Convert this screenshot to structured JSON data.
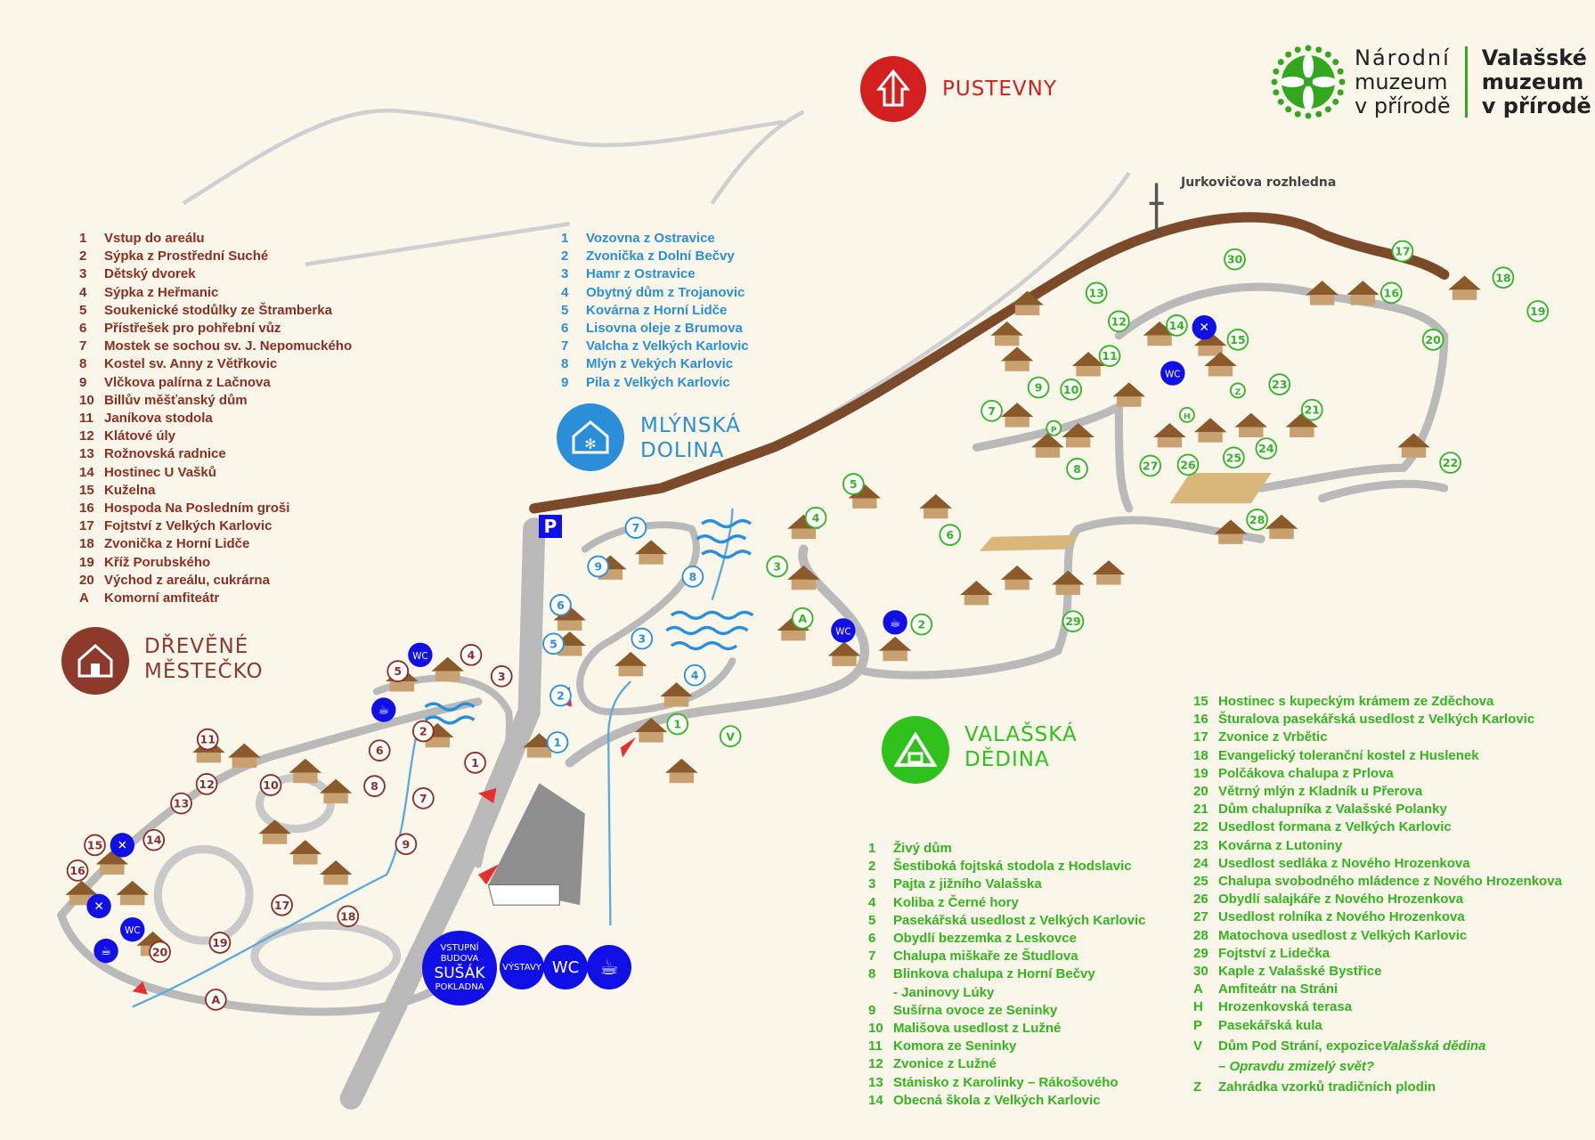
{
  "logo": {
    "left_lines": [
      "Národní",
      "muzeum",
      "v přírodě"
    ],
    "right_lines": [
      "Valašské",
      "muzeum",
      "v přírodě"
    ]
  },
  "areas": {
    "pustevny": {
      "title": "PUSTEVNY",
      "color": "#d21f1f"
    },
    "mlynska": {
      "title_lines": [
        "MLÝNSKÁ",
        "DOLINA"
      ],
      "color": "#2a8fd8"
    },
    "drevene": {
      "title_lines": [
        "DŘEVĚNÉ",
        "MĚSTEČKO"
      ],
      "color": "#8c3a2c"
    },
    "valasska": {
      "title_lines": [
        "VALAŠSKÁ",
        "DĚDINA"
      ],
      "color": "#2fc11c"
    }
  },
  "lookout_label": "Jurkovičova rozhledna",
  "parking_label": "P",
  "entrance": {
    "building_lines": [
      "VSTUPNÍ",
      "BUDOVA",
      "SUŠÁK",
      "POKLADNA"
    ],
    "exhibitions": "VÝSTAVY",
    "wc": "WC"
  },
  "wc_label": "WC",
  "legend_drevene": [
    {
      "n": "1",
      "t": "Vstup do areálu"
    },
    {
      "n": "2",
      "t": "Sýpka z Prostřední Suché"
    },
    {
      "n": "3",
      "t": "Dětský dvorek"
    },
    {
      "n": "4",
      "t": "Sýpka z Heřmanic"
    },
    {
      "n": "5",
      "t": "Soukenické stodůlky ze Štramberka"
    },
    {
      "n": "6",
      "t": "Přístřešek pro pohřební vůz"
    },
    {
      "n": "7",
      "t": "Mostek se sochou sv. J. Nepomuckého"
    },
    {
      "n": "8",
      "t": "Kostel sv. Anny z Větřkovic"
    },
    {
      "n": "9",
      "t": "Vlčkova palírna z Lačnova"
    },
    {
      "n": "10",
      "t": "Billův měšťanský dům"
    },
    {
      "n": "11",
      "t": "Janíkova stodola"
    },
    {
      "n": "12",
      "t": "Klátové úly"
    },
    {
      "n": "13",
      "t": "Rožnovská radnice"
    },
    {
      "n": "14",
      "t": "Hostinec U Vašků"
    },
    {
      "n": "15",
      "t": "Kuželna"
    },
    {
      "n": "16",
      "t": "Hospoda Na Posledním groši"
    },
    {
      "n": "17",
      "t": "Fojtství z Velkých Karlovic"
    },
    {
      "n": "18",
      "t": "Zvonička z Horní Lidče"
    },
    {
      "n": "19",
      "t": "Kříž Porubského"
    },
    {
      "n": "20",
      "t": "Východ z areálu, cukrárna"
    },
    {
      "n": "A",
      "t": "Komorní amfiteátr"
    }
  ],
  "legend_mlynska": [
    {
      "n": "1",
      "t": "Vozovna z Ostravice"
    },
    {
      "n": "2",
      "t": "Zvonička z Dolní Bečvy"
    },
    {
      "n": "3",
      "t": "Hamr z Ostravice"
    },
    {
      "n": "4",
      "t": "Obytný dům z Trojanovic"
    },
    {
      "n": "5",
      "t": "Kovárna z Horní Lidče"
    },
    {
      "n": "6",
      "t": "Lisovna oleje z Brumova"
    },
    {
      "n": "7",
      "t": "Valcha z Velkých Karlovic"
    },
    {
      "n": "8",
      "t": "Mlýn z Vekých Karlovic"
    },
    {
      "n": "9",
      "t": "Pila z Velkých Karlovic"
    }
  ],
  "legend_valasska_1": [
    {
      "n": "1",
      "t": "Živý dům"
    },
    {
      "n": "2",
      "t": "Šestiboká fojtská stodola z Hodslavic"
    },
    {
      "n": "3",
      "t": "Pajta z jižního Valašska"
    },
    {
      "n": "4",
      "t": "Koliba z Černé hory"
    },
    {
      "n": "5",
      "t": "Pasekářská usedlost z Velkých Karlovic"
    },
    {
      "n": "6",
      "t": "Obydlí bezzemka z Leskovce"
    },
    {
      "n": "7",
      "t": "Chalupa miškaře ze Študlova"
    },
    {
      "n": "8",
      "t": "Blinkova chalupa z Horní Bečvy"
    },
    {
      "n": "",
      "t": "- Janinovy Lúky"
    },
    {
      "n": "9",
      "t": "Sušírna ovoce ze Seninky"
    },
    {
      "n": "10",
      "t": "Mališova usedlost z Lužné"
    },
    {
      "n": "11",
      "t": "Komora ze Seninky"
    },
    {
      "n": "12",
      "t": "Zvonice z Lužné"
    },
    {
      "n": "13",
      "t": "Stánisko z Karolinky – Rákošového"
    },
    {
      "n": "14",
      "t": "Obecná škola z Velkých Karlovic"
    }
  ],
  "legend_valasska_2": [
    {
      "n": "15",
      "t": "Hostinec s kupeckým krámem ze Zděchova"
    },
    {
      "n": "16",
      "t": "Šturalova pasekářská usedlost z Velkých Karlovic"
    },
    {
      "n": "17",
      "t": "Zvonice z Vrbětic"
    },
    {
      "n": "18",
      "t": "Evangelický toleranční kostel z Huslenek"
    },
    {
      "n": "19",
      "t": "Polčákova chalupa z Prlova"
    },
    {
      "n": "20",
      "t": "Větrný mlýn z Kladník u Přerova"
    },
    {
      "n": "21",
      "t": "Dům chalupníka z Valašské Polanky"
    },
    {
      "n": "22",
      "t": "Usedlost formana z Velkých Karlovic"
    },
    {
      "n": "23",
      "t": "Kovárna z Lutoniny"
    },
    {
      "n": "24",
      "t": "Usedlost sedláka z Nového Hrozenkova"
    },
    {
      "n": "25",
      "t": "Chalupa svobodného mládence z Nového Hrozenkova"
    },
    {
      "n": "26",
      "t": "Obydlí salajkáře z Nového Hrozenkova"
    },
    {
      "n": "27",
      "t": "Usedlost rolníka z Nového Hrozenkova"
    },
    {
      "n": "28",
      "t": "Matochova usedlost z Velkých Karlovic"
    },
    {
      "n": "29",
      "t": "Fojtství z Lidečka"
    },
    {
      "n": "30",
      "t": "Kaple z Valašské Bystřice"
    },
    {
      "n": "A",
      "t": "Amfiteátr na Stráni"
    },
    {
      "n": "H",
      "t": "Hrozenkovská terasa"
    },
    {
      "n": "P",
      "t": "Pasekářská kula"
    }
  ],
  "legend_valasska_v": {
    "n": "V",
    "t": "Dům Pod Strání, expozice ",
    "italic": "Valašská dědina",
    "italic2": "– Opravdu zmizelý svět?"
  },
  "legend_valasska_z": {
    "n": "Z",
    "t": "Zahrádka vzorků tradičních plodin"
  },
  "markers_drevene": [
    "1",
    "2",
    "3",
    "4",
    "5",
    "6",
    "7",
    "8",
    "9",
    "10",
    "11",
    "12",
    "13",
    "14",
    "15",
    "16",
    "17",
    "18",
    "19",
    "20",
    "A"
  ],
  "markers_mlynska": [
    "1",
    "2",
    "3",
    "4",
    "5",
    "6",
    "7",
    "8",
    "9"
  ],
  "markers_valasska": [
    "1",
    "V",
    "A",
    "2",
    "3",
    "4",
    "5",
    "6",
    "7",
    "8",
    "9",
    "10",
    "11",
    "12",
    "13",
    "14",
    "15",
    "16",
    "17",
    "18",
    "19",
    "20",
    "21",
    "22",
    "23",
    "24",
    "25",
    "26",
    "27",
    "28",
    "29",
    "30",
    "Z",
    "H",
    "P"
  ],
  "colors": {
    "brown": "#8c2f22",
    "blue": "#2a8fd8",
    "green": "#33b51f",
    "service": "#1010e6",
    "road": "#b9b9b9",
    "building": "#9a6a3a",
    "bg": "#fbf6ea"
  }
}
